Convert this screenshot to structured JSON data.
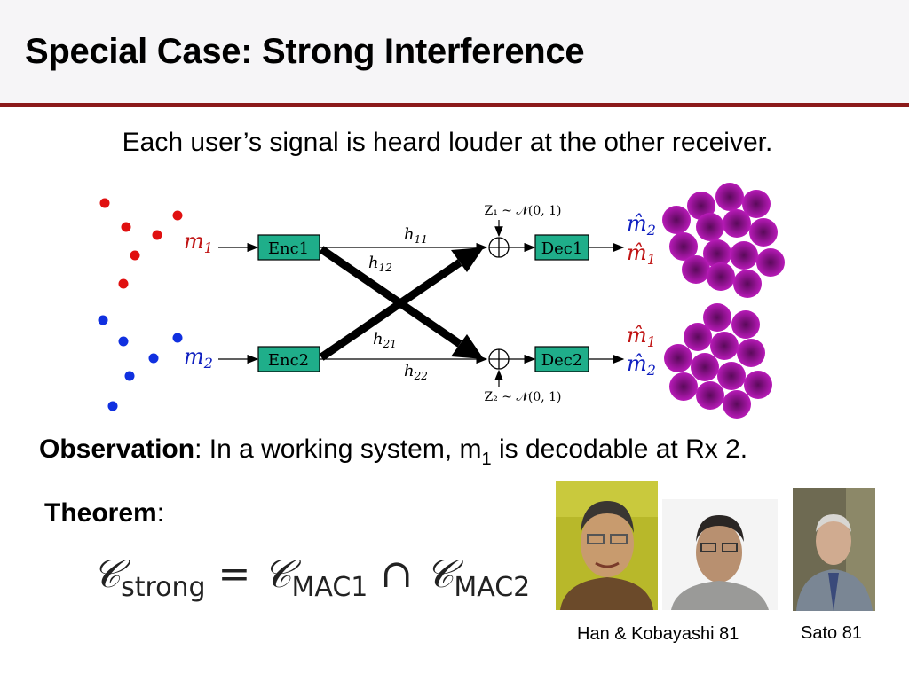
{
  "slide": {
    "title": "Special Case: Strong Interference",
    "subtitle": "Each user’s signal is heard louder at the other receiver."
  },
  "diagram": {
    "enc1": "Enc1",
    "enc2": "Enc2",
    "dec1": "Dec1",
    "dec2": "Dec2",
    "m1": "m",
    "m1_sub": "1",
    "m2": "m",
    "m2_sub": "2",
    "h11": "h",
    "h11_sub": "11",
    "h12": "h",
    "h12_sub": "12",
    "h21": "h",
    "h21_sub": "21",
    "h22": "h",
    "h22_sub": "22",
    "noise1": "Z₁ ~ 𝒩(0, 1)",
    "noise2": "Z₂ ~ 𝒩(0, 1)",
    "rx1_out_top": "m̂",
    "rx1_out_top_sub": "2",
    "rx1_out_bottom": "m̂",
    "rx1_out_bottom_sub": "1",
    "rx2_out_top": "m̂",
    "rx2_out_top_sub": "1",
    "rx2_out_bottom": "m̂",
    "rx2_out_bottom_sub": "2",
    "colors": {
      "user1": "#e01010",
      "user2": "#1030e0",
      "box_fill": "#1fae8a",
      "ball": "#a0139f"
    }
  },
  "observation": {
    "label": "Observation",
    "text_pre": ": In a working system, m",
    "sub": "1",
    "text_post": " is decodable at Rx 2."
  },
  "theorem": {
    "label": "Theorem",
    "colon": ":",
    "C": "𝒞",
    "strong": "strong",
    "eq": " = ",
    "mac1": "MAC1",
    "cap": " ∩ ",
    "mac2": "MAC2"
  },
  "photos": {
    "caption_han": "Han & Kobayashi 81",
    "caption_sato": "Sato 81"
  }
}
